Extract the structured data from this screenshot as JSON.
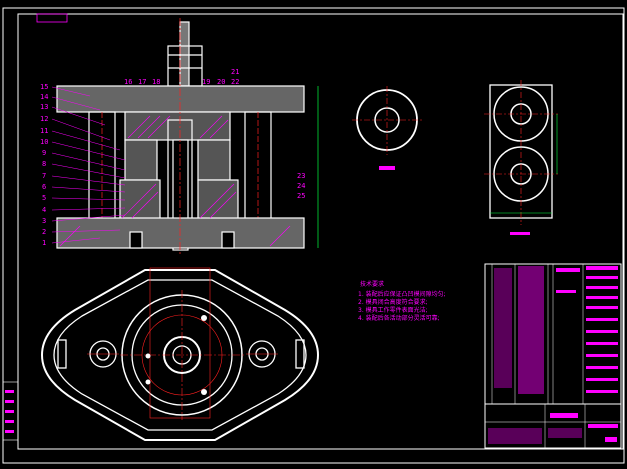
{
  "colors": {
    "background": "#000000",
    "outline": "#ffffff",
    "annotation": "#ff00ff",
    "centerline": "#ff2020",
    "hatch": "#ff00ff",
    "section_fill": "#808080"
  },
  "part_numbers_left": [
    "15",
    "14",
    "13",
    "12",
    "11",
    "10",
    "9",
    "8",
    "7",
    "6",
    "5",
    "4",
    "3",
    "2",
    "1"
  ],
  "part_numbers_top": [
    "16",
    "17",
    "18",
    "19",
    "20",
    "21",
    "22"
  ],
  "part_numbers_right": [
    "23",
    "24",
    "25"
  ],
  "technical_requirements": {
    "title": "技术要求",
    "lines": [
      "1. 装配后应保证凸凹模间隙均匀;",
      "2. 模具闭合高度符合要求;",
      "3. 模具工作零件表面光洁;",
      "4. 装配后各活动部分灵活可靠;"
    ]
  }
}
